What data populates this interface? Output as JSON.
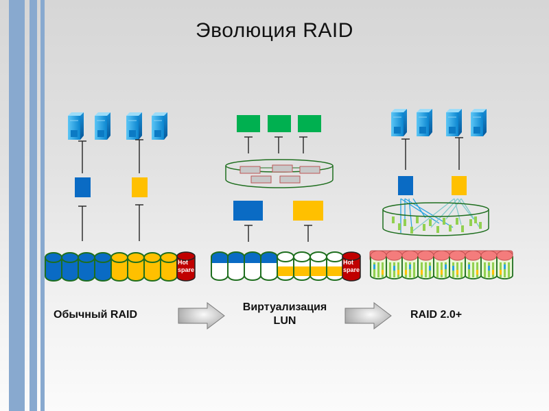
{
  "slide": {
    "title": "Эволюция RAID",
    "accent_color": "#88a9cf"
  },
  "stages": [
    {
      "label": "Обычный RAID",
      "hosts": 4,
      "luns": [
        {
          "color": "#0a6bc4"
        },
        {
          "color": "#ffc000"
        }
      ],
      "disks": {
        "groups": [
          {
            "color": "#0a6bc4",
            "count": 4
          },
          {
            "color": "#ffc000",
            "count": 4
          }
        ]
      },
      "hot_spare": "Hot spare"
    },
    {
      "label_line1": "Виртуализация",
      "label_line2": "LUN",
      "virtual_luns": 3,
      "virtual_lun_color": "#00b050",
      "pool_blocks": 5,
      "luns": [
        {
          "color": "#0a6bc4"
        },
        {
          "color": "#ffc000"
        }
      ],
      "disks": {
        "groups": [
          {
            "color": "#0a6bc4",
            "count": 4
          },
          {
            "color": "#ffc000",
            "count": 4
          }
        ]
      },
      "hot_spare": "Hot spare"
    },
    {
      "label": "RAID 2.0+",
      "hosts": 4,
      "luns": [
        {
          "color": "#0a6bc4"
        },
        {
          "color": "#ffc000"
        }
      ],
      "disks": {
        "count": 9,
        "top_color": "#f47c7c",
        "chunk_color": "#92d050"
      }
    }
  ],
  "arrows": [
    "next-stage-arrow",
    "next-stage-arrow"
  ]
}
